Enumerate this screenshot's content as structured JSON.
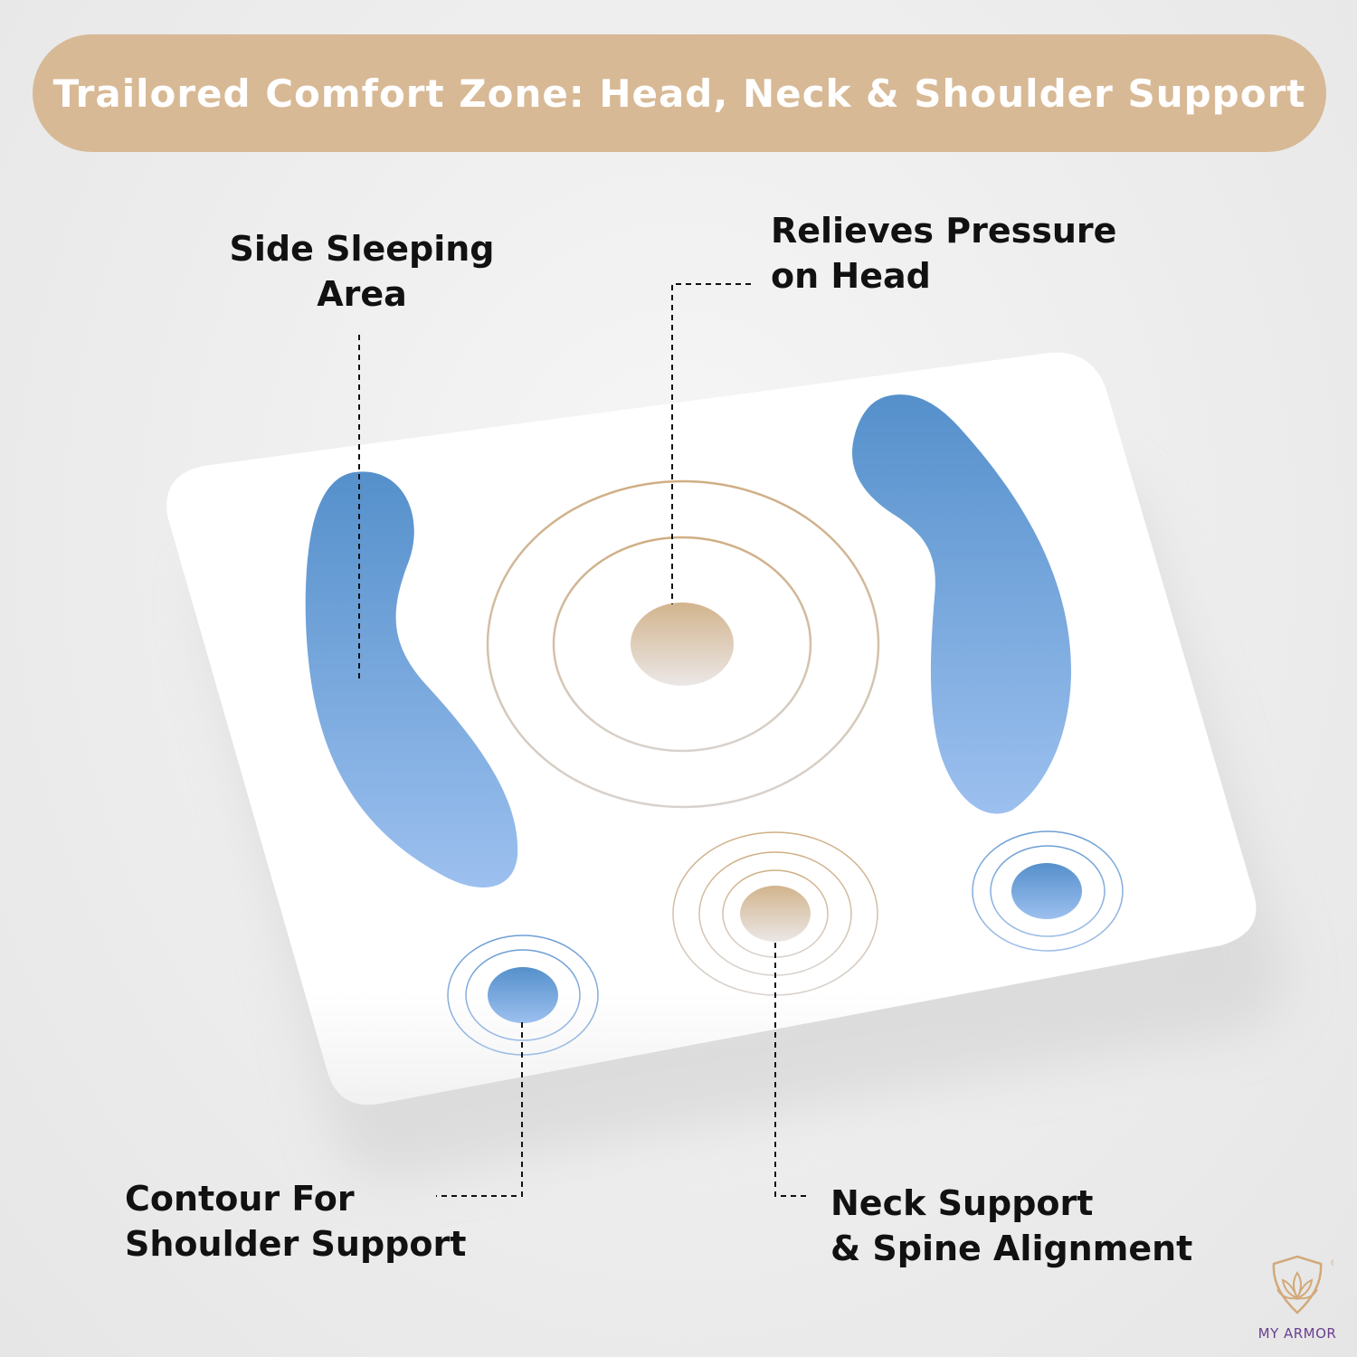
{
  "banner": {
    "title": "Trailored Comfort Zone: Head, Neck & Shoulder Support"
  },
  "callouts": {
    "side_sleeping": {
      "line1": "Side Sleeping",
      "line2": "Area"
    },
    "relieves_pressure": {
      "line1": "Relieves Pressure",
      "line2": "on Head"
    },
    "shoulder_contour": {
      "line1": "Contour For",
      "line2": "Shoulder Support"
    },
    "neck_support": {
      "line1": "Neck Support",
      "line2": "& Spine Alignment"
    }
  },
  "brand": {
    "name": "MY ARMOR",
    "mark": "®"
  },
  "colors": {
    "banner": "#d8b995",
    "zone_blue": "#5b95cc",
    "zone_blue_light": "#98bdee",
    "zone_tan": "#d2b48d",
    "text": "#111111",
    "brand_purple": "#6a3f8f"
  },
  "icons": [
    "lotus-shield-logo-icon"
  ]
}
